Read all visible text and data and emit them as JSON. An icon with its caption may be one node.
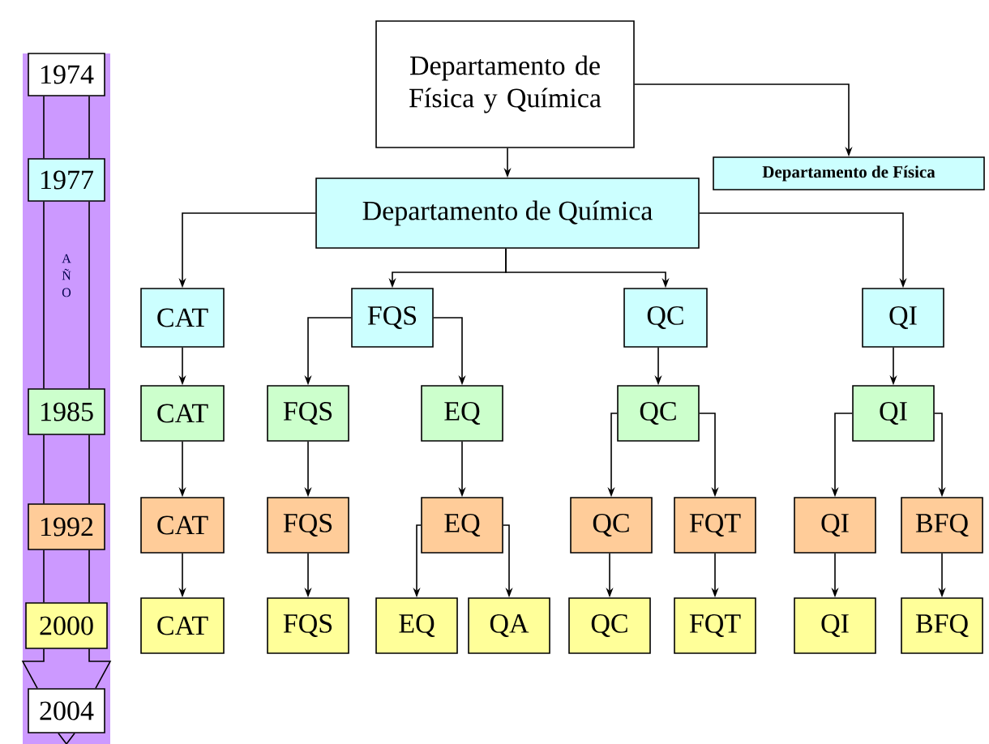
{
  "diagram": {
    "nodes": [
      {
        "text": [
          "A Ñ O"
        ]
      },
      {
        "text": [
          "1974"
        ],
        "in": 0
      },
      {
        "text": [
          "1977"
        ],
        "in": 0
      },
      {
        "text": [
          "1985"
        ],
        "in": 0
      },
      {
        "text": [
          "1992"
        ],
        "in": 0
      },
      {
        "text": [
          "2000"
        ],
        "in": 0
      },
      {
        "text": [
          "2004"
        ],
        "in": 0
      },
      {
        "text": [
          "Departamento de Física y Química"
        ]
      },
      {
        "text": [
          "Departamento de Física"
        ]
      },
      {
        "text": [
          "Departamento de Química"
        ]
      },
      {
        "text": [
          "CAT"
        ]
      },
      {
        "text": [
          "FQS"
        ]
      },
      {
        "text": [
          "QC"
        ]
      },
      {
        "text": [
          "QI"
        ]
      },
      {
        "text": [
          "CAT"
        ]
      },
      {
        "text": [
          "FQS"
        ]
      },
      {
        "text": [
          "EQ"
        ]
      },
      {
        "text": [
          "QC"
        ]
      },
      {
        "text": [
          "QI"
        ]
      },
      {
        "text": [
          "CAT"
        ]
      },
      {
        "text": [
          "FQS"
        ]
      },
      {
        "text": [
          "EQ"
        ]
      },
      {
        "text": [
          "QC"
        ]
      },
      {
        "text": [
          "FQT"
        ]
      },
      {
        "text": [
          "QI"
        ]
      },
      {
        "text": [
          "BFQ"
        ]
      },
      {
        "text": [
          "CAT"
        ]
      },
      {
        "text": [
          "FQS"
        ]
      },
      {
        "text": [
          "EQ"
        ]
      },
      {
        "text": [
          "QA"
        ]
      },
      {
        "text": [
          "QC"
        ]
      },
      {
        "text": [
          "FQT"
        ]
      },
      {
        "text": [
          "QI"
        ]
      },
      {
        "text": [
          "BFQ"
        ]
      }
    ],
    "edges": [
      {
        "from": 1,
        "to": 2,
        "arrow": "none"
      },
      {
        "from": 2,
        "to": 3,
        "arrow": "none"
      },
      {
        "from": 3,
        "to": 4,
        "arrow": "none"
      },
      {
        "from": 4,
        "to": 5,
        "arrow": "none"
      },
      {
        "from": 5,
        "to": 6,
        "arrow": "none"
      },
      {
        "from": 7,
        "to": 9,
        "arrow": "to"
      },
      {
        "from": 7,
        "to": 8,
        "arrow": "to"
      },
      {
        "from": 9,
        "to": 10,
        "arrow": "to"
      },
      {
        "from": 9,
        "to": 11,
        "arrow": "to"
      },
      {
        "from": 9,
        "to": 12,
        "arrow": "to"
      },
      {
        "from": 9,
        "to": 13,
        "arrow": "to"
      },
      {
        "from": 10,
        "to": 14,
        "arrow": "to"
      },
      {
        "from": 11,
        "to": 15,
        "arrow": "to"
      },
      {
        "from": 11,
        "to": 16,
        "arrow": "to"
      },
      {
        "from": 12,
        "to": 17,
        "arrow": "to"
      },
      {
        "from": 13,
        "to": 18,
        "arrow": "to"
      },
      {
        "from": 14,
        "to": 19,
        "arrow": "to"
      },
      {
        "from": 15,
        "to": 20,
        "arrow": "to"
      },
      {
        "from": 16,
        "to": 21,
        "arrow": "to"
      },
      {
        "from": 17,
        "to": 22,
        "arrow": "to"
      },
      {
        "from": 17,
        "to": 23,
        "arrow": "to"
      },
      {
        "from": 18,
        "to": 24,
        "arrow": "to"
      },
      {
        "from": 18,
        "to": 25,
        "arrow": "to"
      },
      {
        "from": 19,
        "to": 26,
        "arrow": "to"
      },
      {
        "from": 20,
        "to": 27,
        "arrow": "to"
      },
      {
        "from": 21,
        "to": 28,
        "arrow": "to"
      },
      {
        "from": 21,
        "to": 29,
        "arrow": "to"
      },
      {
        "from": 22,
        "to": 30,
        "arrow": "to"
      },
      {
        "from": 23,
        "to": 31,
        "arrow": "to"
      },
      {
        "from": 24,
        "to": 32,
        "arrow": "to"
      },
      {
        "from": 25,
        "to": 33,
        "arrow": "to"
      }
    ]
  }
}
